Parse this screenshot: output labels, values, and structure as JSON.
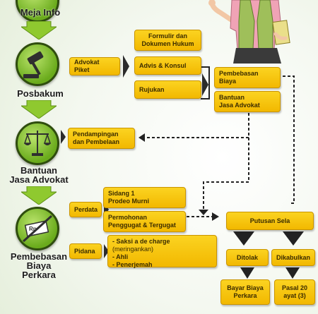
{
  "steps": {
    "meja_info": "Meja Info",
    "posbakum": "Posbakum",
    "bantuan": "Bantuan\nJasa Advokat",
    "pembebasan": "Pembebasan\nBiaya\nPerkara"
  },
  "posbakum_flow": {
    "advokat_piket": "Advokat Piket",
    "formulir": "Formulir dan\nDokumen Hukum",
    "advis": "Advis & Konsul",
    "rujukan": "Rujukan",
    "pembebasan_biaya": "Pembebasan\nBiaya",
    "bantuan_jasa": "Bantuan\nJasa Advokat"
  },
  "bantuan_flow": {
    "pendampingan": "Pendampingan\ndan Pembelaan"
  },
  "perkara_flow": {
    "perdata": "Perdata",
    "sidang": "Sidang 1\nProdeo Murni",
    "permohonan": "Permohonan\nPenggugat & Tergugat",
    "pidana": "Pidana",
    "pidana_item1": "- Saksi a de charge",
    "pidana_item1_note": "(meringankan)",
    "pidana_item2": "- Ahli",
    "pidana_item3": "- Penerjemah",
    "putusan": "Putusan Sela",
    "ditolak": "Ditolak",
    "dikabulkan": "Dikabulkan",
    "bayar": "Bayar Biaya\nPerkara",
    "pasal": "Pasal 20\nayat (3)"
  },
  "icons": {
    "rp_note": "Rp"
  }
}
